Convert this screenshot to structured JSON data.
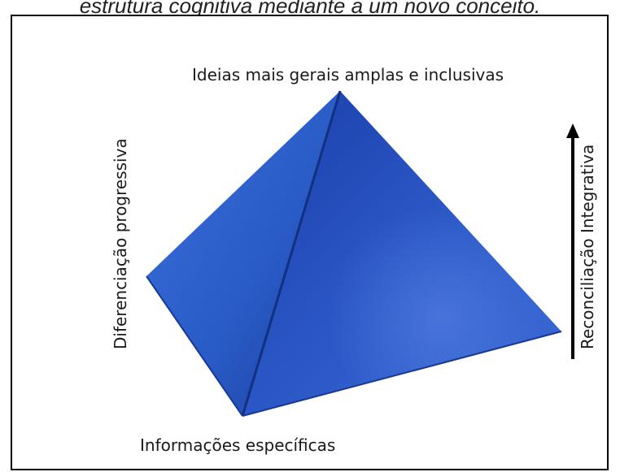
{
  "caption": "estrutura cognitiva mediante a um novo conceito.",
  "diagram": {
    "top_label": "Ideias mais gerais amplas e inclusivas",
    "bottom_label": "Informações específicas",
    "left_label": "Diferenciação progressiva",
    "right_label": "Reconciliação Integrativa",
    "colors": {
      "face_left": "#2a5cc8",
      "face_right": "#1d46b8",
      "edge": "#0f2a7a",
      "arrow": "#000000"
    },
    "icons": {
      "arrow": "arrow-up-icon",
      "shape": "pyramid"
    }
  }
}
